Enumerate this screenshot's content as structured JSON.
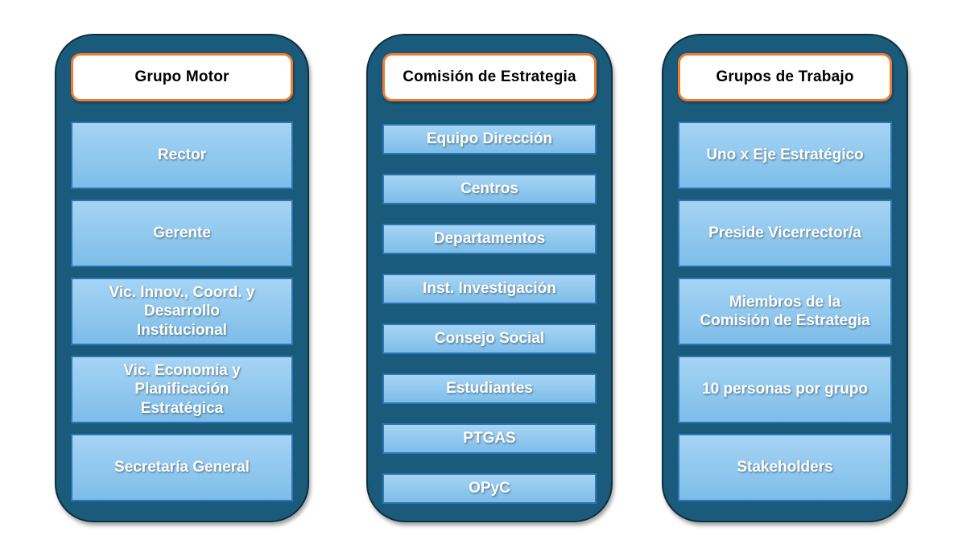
{
  "diagram": {
    "columns": [
      {
        "title": "Grupo Motor",
        "items": [
          "Rector",
          "Gerente",
          "Vic. Innov., Coord. y\nDesarrollo\nInstitucional",
          "Vic. Economía y\nPlanificación\nEstratégica",
          "Secretaría General"
        ]
      },
      {
        "title": "Comisión de Estrategia",
        "items": [
          "Equipo Dirección",
          "Centros",
          "Departamentos",
          "Inst. Investigación",
          "Consejo Social",
          "Estudiantes",
          "PTGAS",
          "OPyC"
        ]
      },
      {
        "title": "Grupos de Trabajo",
        "items": [
          "Uno x Eje Estratégico",
          "Preside Vicerrector/a",
          "Miembros de la\nComisión de Estrategia",
          "10 personas por grupo",
          "Stakeholders"
        ]
      }
    ],
    "colors": {
      "container_fill": "#1A5B7C",
      "container_stroke": "#102F3F",
      "header_fill": "#FFFFFF",
      "header_border": "#ED7D31",
      "header_text": "#000000",
      "item_fill_top": "#A6D4F4",
      "item_fill_bottom": "#7DBDE9",
      "item_border": "#2E75B6",
      "item_text": "#FFFFFF"
    }
  }
}
